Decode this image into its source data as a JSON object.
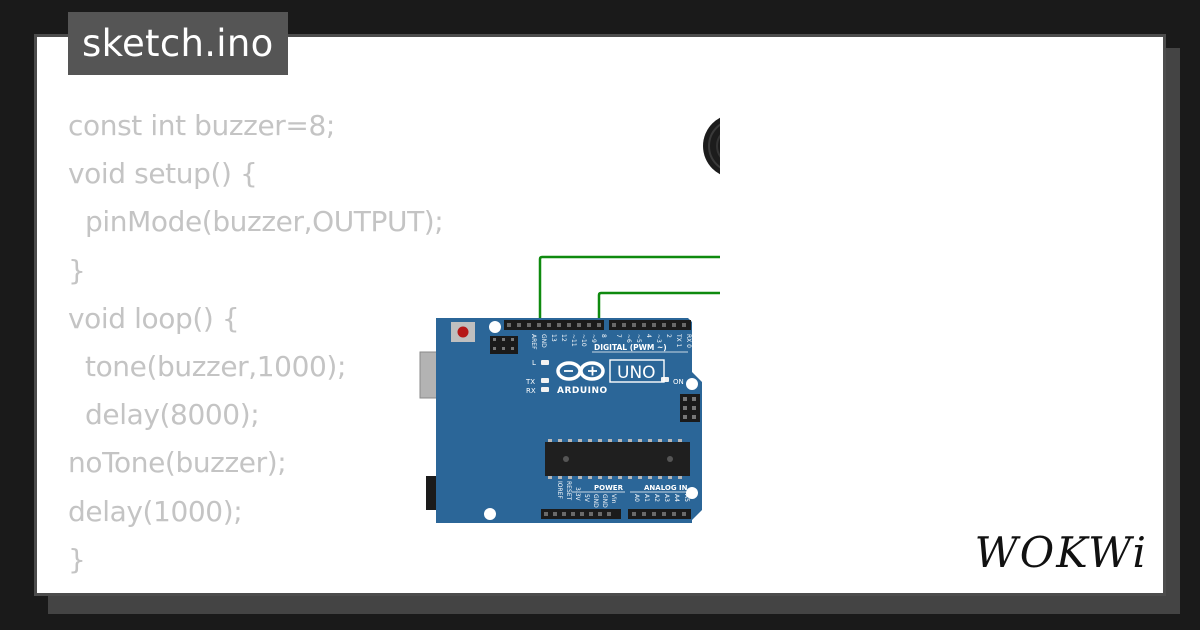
{
  "header": {
    "filename": "sketch.ino"
  },
  "code": {
    "lines": [
      "const int buzzer=8;",
      "void setup() {",
      "  pinMode(buzzer,OUTPUT);",
      "}",
      "void loop() {",
      "  tone(buzzer,1000);",
      "  delay(8000);",
      "noTone(buzzer);",
      "delay(1000);",
      "}"
    ]
  },
  "board": {
    "brand": "ARDUINO",
    "model": "UNO",
    "digital_label": "DIGITAL (PWM ~)",
    "power_label": "POWER",
    "analog_label": "ANALOG IN",
    "on_label": "ON",
    "l_label": "L",
    "tx_label": "TX",
    "rx_label": "RX",
    "top_pins": [
      "AREF",
      "GND",
      "13",
      "12",
      "~11",
      "~10",
      "~9",
      "8",
      "7",
      "~6",
      "~5",
      "4",
      "~3",
      "2",
      "TX 1",
      "RX 0"
    ],
    "bottom_pins": [
      "IOREF",
      "RESET",
      "3.3V",
      "5V",
      "GND",
      "GND",
      "Vin",
      "A0",
      "A1",
      "A2",
      "A3",
      "A4",
      "A5"
    ]
  },
  "colors": {
    "wire": "#0f8a0f",
    "board": "#2b6698",
    "code_text": "#c4c4c4"
  },
  "brand_logo": "WOKWi"
}
